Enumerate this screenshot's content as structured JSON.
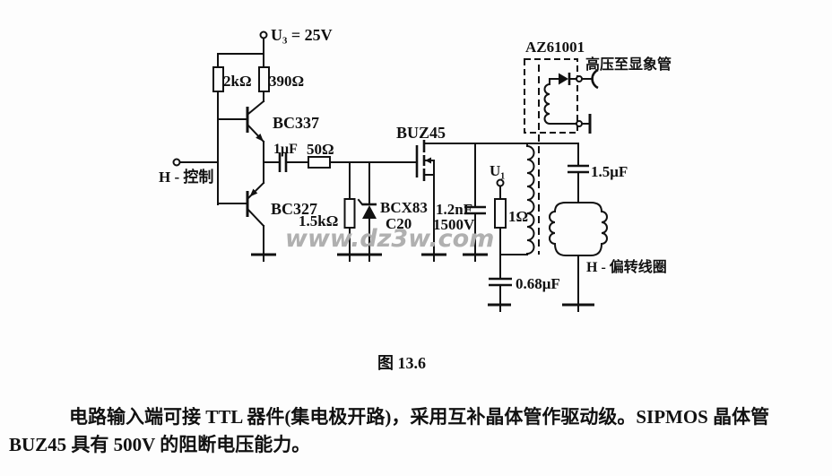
{
  "colors": {
    "ink": "#111111",
    "watermark_gray": "#b0b0b0",
    "background": "#fdfdfd"
  },
  "figure": {
    "caption": "图 13.6",
    "watermark": "www.dz3w.com"
  },
  "labels": {
    "supply": "U₃ = 25V",
    "r_2k": "2kΩ",
    "r_390": "390Ω",
    "q_npn": "BC337",
    "q_pnp": "BC327",
    "c_1uf": "1μF",
    "r_50": "50Ω",
    "input": "H - 控制",
    "r_1k5": "1.5kΩ",
    "zener_name": "BCX83",
    "zener_type": "C20",
    "mosfet": "BUZ45",
    "c_1n2": "1.2nF",
    "c_1n2_v": "1500V",
    "u1": "U₁",
    "r_1": "1Ω",
    "c_0u68": "0.68μF",
    "transformer": "AZ61001",
    "hv_out": "高压至显象管",
    "c_1u5": "1.5μF",
    "yoke": "H - 偏转线圈"
  },
  "paragraph": {
    "line1": "电路输入端可接 TTL 器件(集电极开路)，采用互补晶体管作驱动级。SIPMOS 晶体管",
    "line2": "BUZ45 具有 500V 的阻断电压能力。"
  }
}
